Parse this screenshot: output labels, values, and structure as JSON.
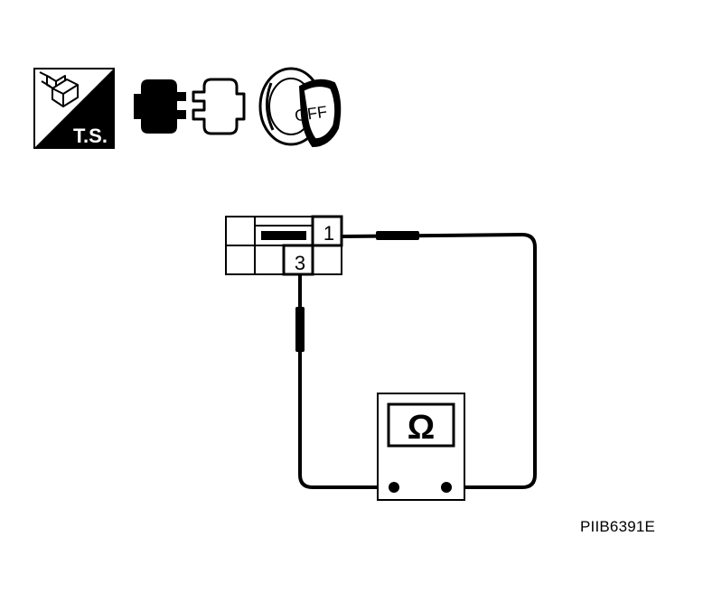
{
  "icons": {
    "tech_support": {
      "icon": "tech-support-icon",
      "label": "T.S."
    },
    "connector": {
      "icon": "disconnected-connector-icon"
    },
    "ignition": {
      "icon": "ignition-key-off-icon",
      "label": "OFF"
    }
  },
  "connector": {
    "terminal_a": "1",
    "terminal_b": "3"
  },
  "meter": {
    "symbol": "Ω",
    "icon": "ohmmeter-icon"
  },
  "figure_id": "PIIB6391E",
  "colors": {
    "ink": "#000000",
    "background": "#ffffff"
  }
}
